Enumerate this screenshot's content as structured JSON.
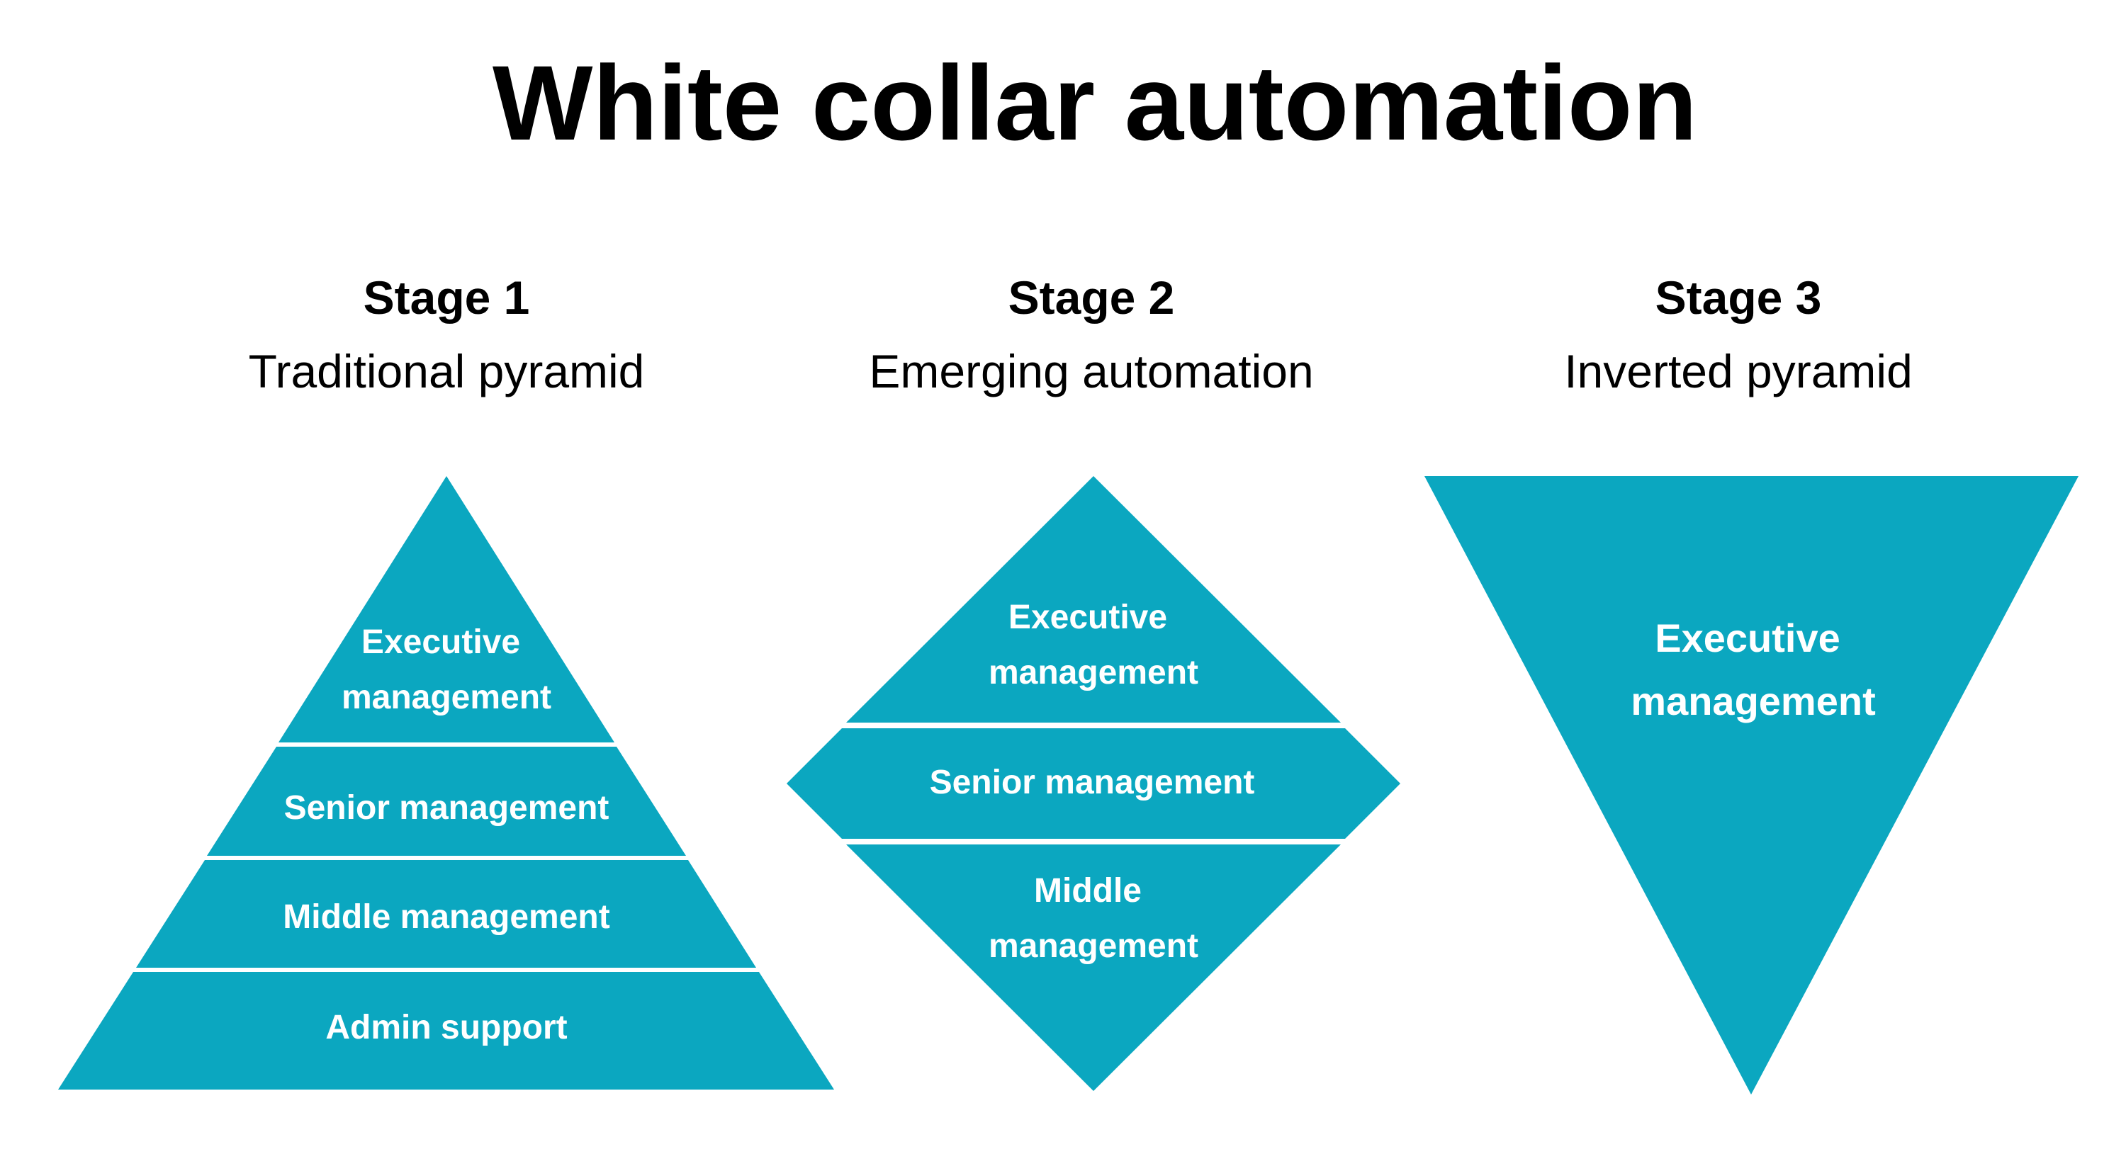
{
  "title": "White collar automation",
  "colors": {
    "shape_fill": "#0ba7c0",
    "label_text": "#ffffff",
    "heading_text": "#000000",
    "background": "#ffffff"
  },
  "stages": [
    {
      "name": "Stage 1",
      "subtitle": "Traditional pyramid",
      "shape": "pyramid",
      "tiers": [
        {
          "line1": "Executive",
          "line2": "management"
        },
        {
          "line1": "Senior management"
        },
        {
          "line1": "Middle management"
        },
        {
          "line1": "Admin support"
        }
      ]
    },
    {
      "name": "Stage 2",
      "subtitle": "Emerging automation",
      "shape": "diamond",
      "tiers": [
        {
          "line1": "Executive",
          "line2": "management"
        },
        {
          "line1": "Senior management"
        },
        {
          "line1": "Middle",
          "line2": "management"
        }
      ]
    },
    {
      "name": "Stage 3",
      "subtitle": "Inverted pyramid",
      "shape": "inverted-pyramid",
      "tiers": [
        {
          "line1": "Executive",
          "line2": "management"
        }
      ]
    }
  ]
}
